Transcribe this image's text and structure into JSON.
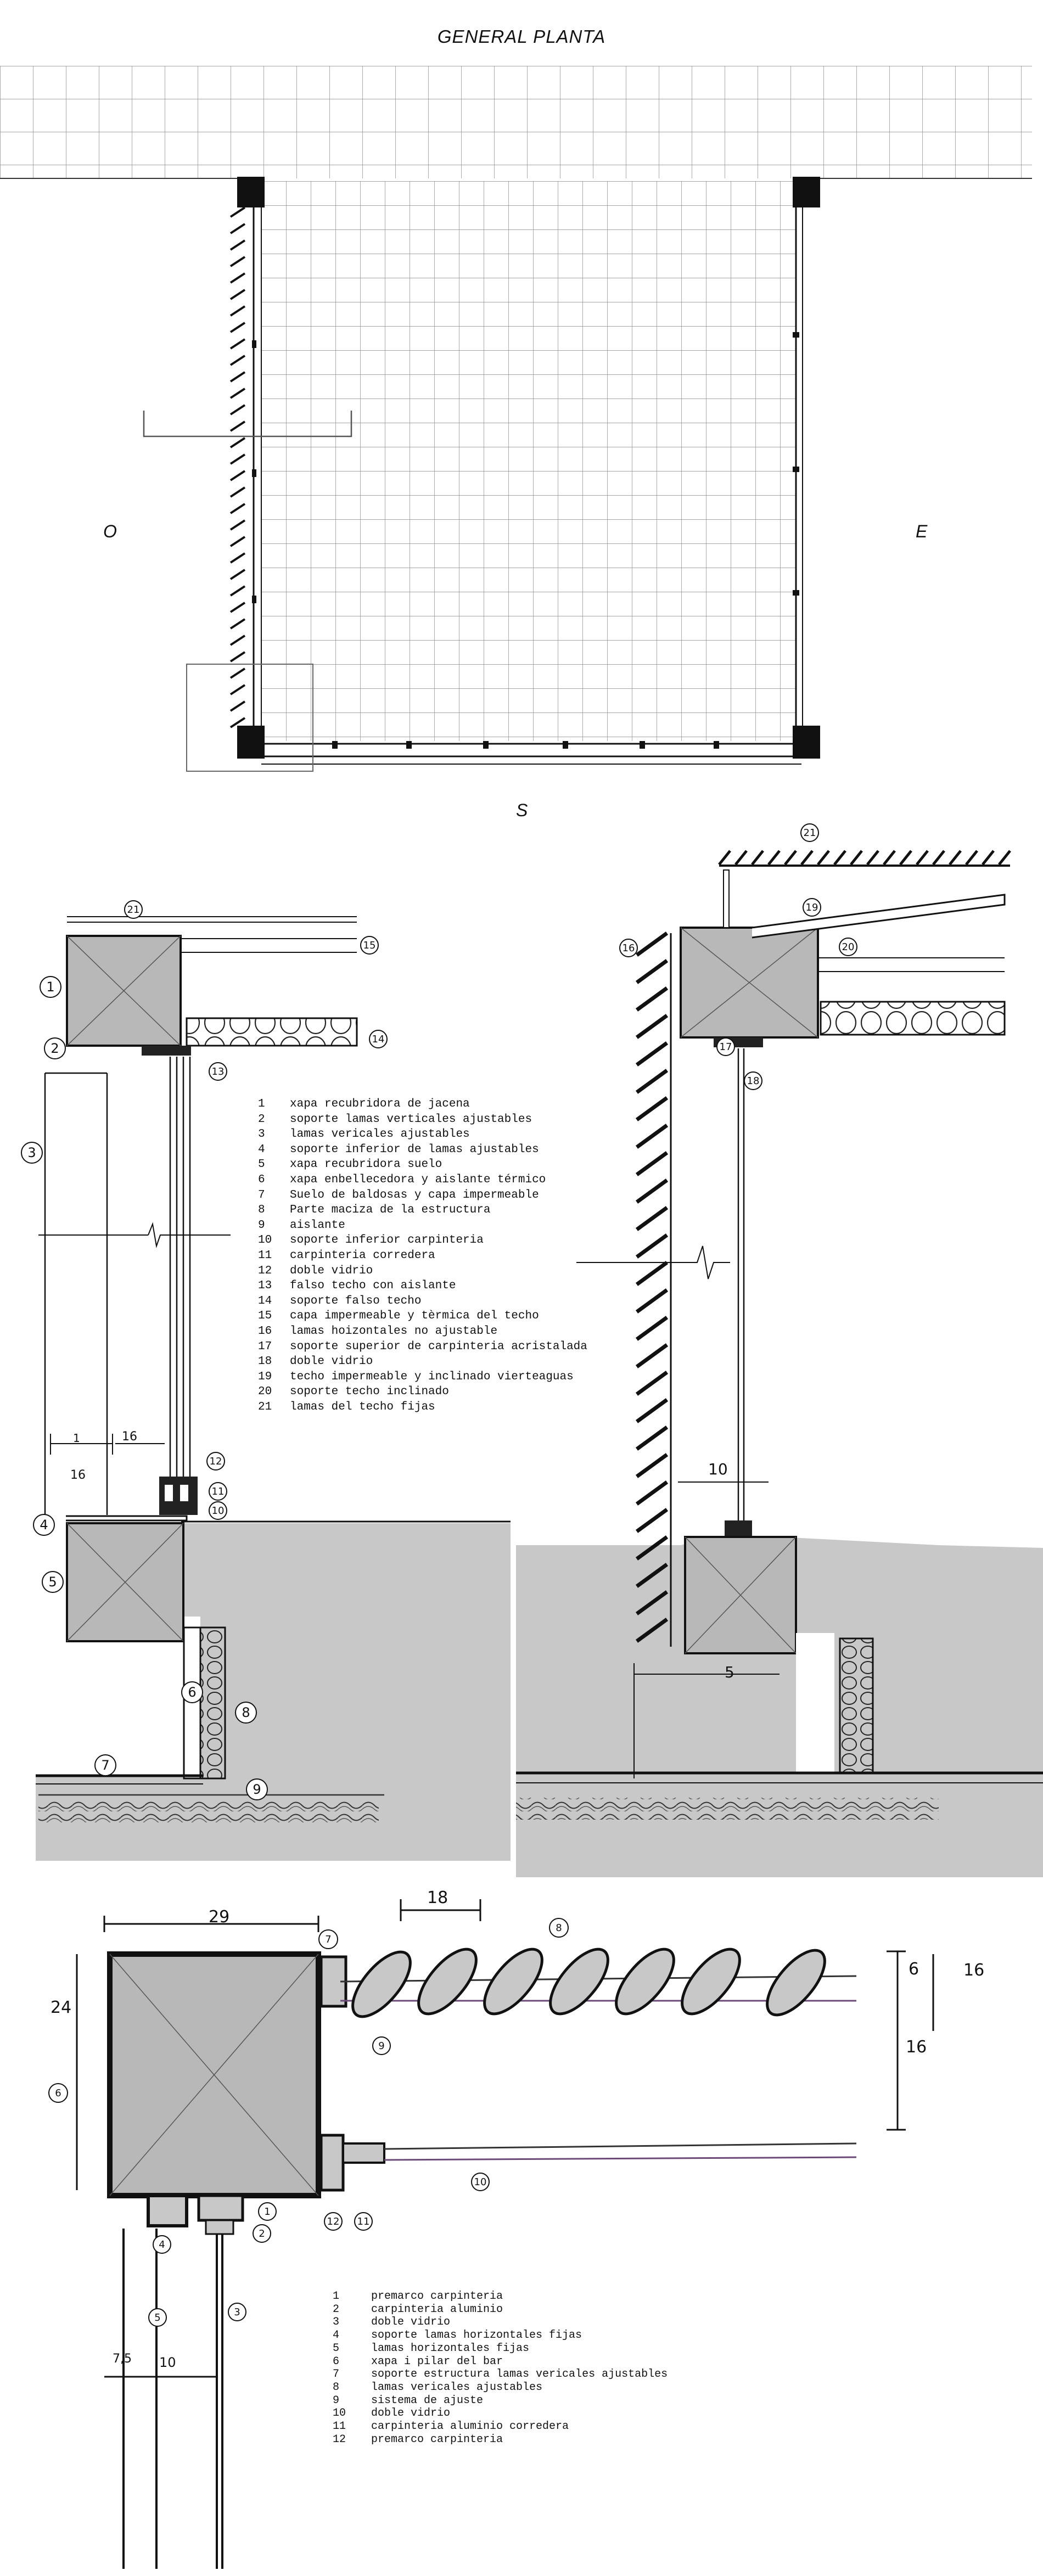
{
  "plan": {
    "title": "GENERAL PLANTA",
    "west": "O",
    "east": "E",
    "south": "S"
  },
  "section_legend": [
    {
      "num": "1",
      "text": "xapa recubridora de jacena"
    },
    {
      "num": "2",
      "text": "soporte lamas verticales ajustables"
    },
    {
      "num": "3",
      "text": "lamas vericales ajustables"
    },
    {
      "num": "4",
      "text": "soporte inferior de lamas ajustables"
    },
    {
      "num": "5",
      "text": "xapa recubridora suelo"
    },
    {
      "num": "6",
      "text": "xapa enbellecedora y aislante térmico"
    },
    {
      "num": "7",
      "text": "Suelo de baldosas y capa impermeable"
    },
    {
      "num": "8",
      "text": "Parte maciza de la estructura"
    },
    {
      "num": "9",
      "text": "aislante"
    },
    {
      "num": "10",
      "text": "soporte inferior carpinteria"
    },
    {
      "num": "11",
      "text": "carpinteria corredera"
    },
    {
      "num": "12",
      "text": "doble vidrio"
    },
    {
      "num": "13",
      "text": "falso techo con aislante"
    },
    {
      "num": "14",
      "text": "soporte falso techo"
    },
    {
      "num": "15",
      "text": "capa impermeable y tèrmica del techo"
    },
    {
      "num": "16",
      "text": "lamas hoizontales no ajustable"
    },
    {
      "num": "17",
      "text": "soporte superior de carpinteria acristalada"
    },
    {
      "num": "18",
      "text": "doble vidrio"
    },
    {
      "num": "19",
      "text": "techo impermeable y inclinado vierteaguas"
    },
    {
      "num": "20",
      "text": "soporte techo inclinado"
    },
    {
      "num": "21",
      "text": "lamas del techo fijas"
    }
  ],
  "detail_legend": [
    {
      "num": "1",
      "text": "premarco carpinteria"
    },
    {
      "num": "2",
      "text": "carpinteria aluminio"
    },
    {
      "num": "3",
      "text": "doble vidrio"
    },
    {
      "num": "4",
      "text": "soporte lamas horizontales fijas"
    },
    {
      "num": "5",
      "text": "lamas horizontales fijas"
    },
    {
      "num": "6",
      "text": "xapa i pilar del bar"
    },
    {
      "num": "7",
      "text": "soporte estructura lamas vericales ajustables"
    },
    {
      "num": "8",
      "text": "lamas vericales ajustables"
    },
    {
      "num": "9",
      "text": "sistema de ajuste"
    },
    {
      "num": "10",
      "text": "doble vidrio"
    },
    {
      "num": "11",
      "text": "carpinteria aluminio corredera"
    },
    {
      "num": "12",
      "text": "premarco carpinteria"
    }
  ],
  "callouts": {
    "left": [
      "21",
      "15",
      "1",
      "2",
      "14",
      "13",
      "3",
      "12",
      "11",
      "10",
      "4",
      "5",
      "6",
      "8",
      "7",
      "9"
    ],
    "right": [
      "21",
      "19",
      "16",
      "20",
      "17",
      "18"
    ],
    "detail": [
      "7",
      "8",
      "9",
      "10",
      "1",
      "2",
      "12",
      "11",
      "4",
      "3",
      "5",
      "6"
    ]
  },
  "dims": {
    "left_16a": "16",
    "left_16b": "16",
    "left_1": "1",
    "right_10": "10",
    "right_5": "5",
    "d_29": "29",
    "d_18": "18",
    "d_24": "24",
    "d_6": "6",
    "d_16a": "16",
    "d_16b": "16",
    "d_7": "7,5",
    "d_10": "10"
  },
  "colors": {
    "ground_fill": "#c8c8c8",
    "beam_fill": "#b8b8b8",
    "grid_line": "#8a8a8a",
    "ink": "#111111"
  }
}
